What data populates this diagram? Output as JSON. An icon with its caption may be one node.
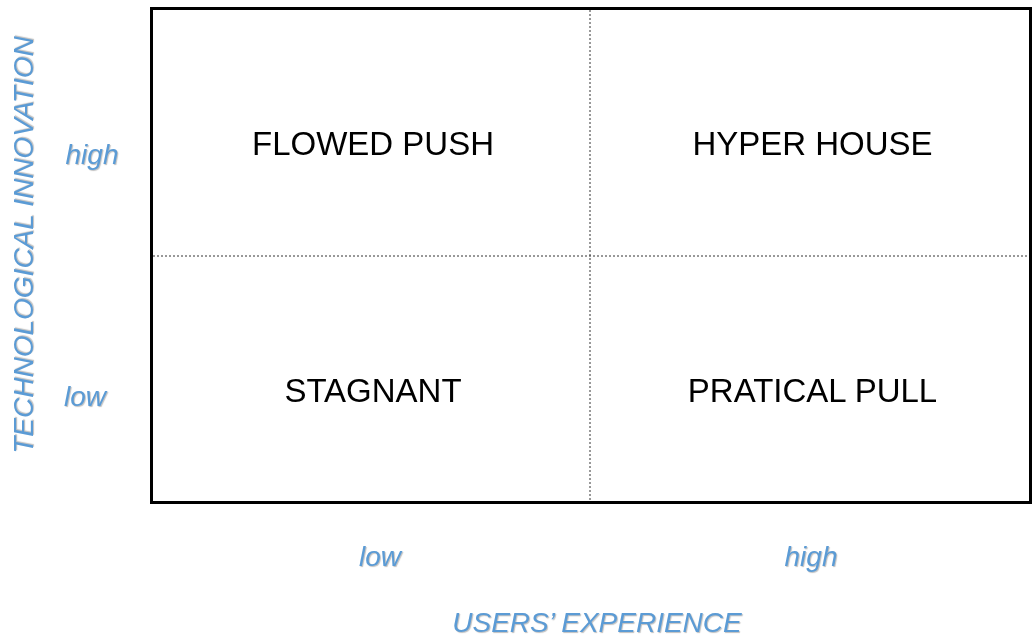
{
  "diagram": {
    "nodes": [
      {
        "text": [],
        "shape": "box"
      },
      {
        "text": [
          "FLOWED PUSH"
        ],
        "in": 0
      },
      {
        "text": [
          "HYPER HOUSE"
        ],
        "in": 0
      },
      {
        "text": [
          "STAGNANT"
        ],
        "in": 0
      },
      {
        "text": [
          "PRATICAL PULL"
        ],
        "in": 0
      }
    ],
    "edges": [],
    "labels": [
      "TECHNOLOGICAL INNOVATION",
      "high",
      "low",
      "low",
      "high",
      "USERS’ EXPERIENCE"
    ]
  }
}
